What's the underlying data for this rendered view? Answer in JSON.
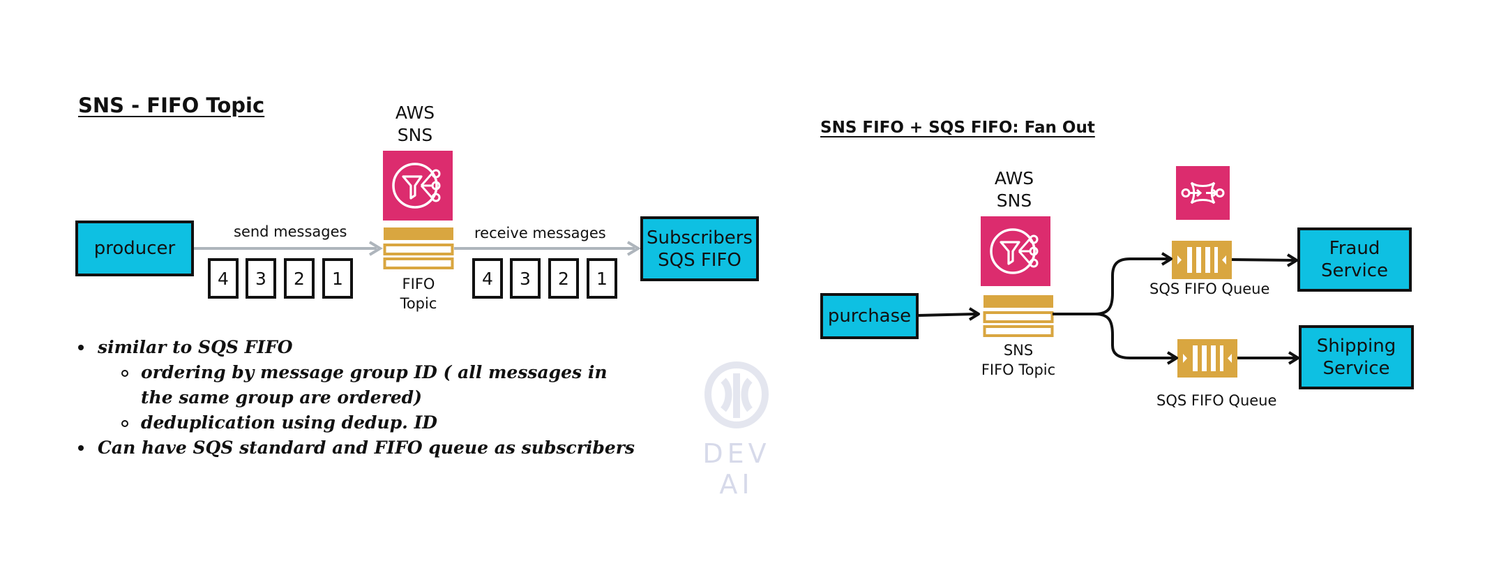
{
  "left": {
    "title": "SNS -  FIFO Topic",
    "aws_label_1": "AWS",
    "aws_label_2": "SNS",
    "producer": "producer",
    "send_label": "send messages",
    "receive_label": "receive messages",
    "send_queue": [
      "4",
      "3",
      "2",
      "1"
    ],
    "receive_queue": [
      "4",
      "3",
      "2",
      "1"
    ],
    "topic_label_1": "FIFO",
    "topic_label_2": "Topic",
    "subscribers_1": "Subscribers",
    "subscribers_2": "SQS FIFO",
    "bullets": {
      "b1": "similar to SQS FIFO",
      "b1_sub1": "ordering by message group ID ( all messages in the same group are ordered)",
      "b1_sub2": "deduplication using dedup. ID",
      "b2": "Can have SQS standard and FIFO queue as subscribers"
    }
  },
  "watermark": "DEV AI",
  "right": {
    "title": "SNS FIFO + SQS FIFO:  Fan Out",
    "aws_label_1": "AWS",
    "aws_label_2": "SNS",
    "purchase": "purchase",
    "topic_label_1": "SNS",
    "topic_label_2": "FIFO Topic",
    "queue1_label": "SQS FIFO Queue",
    "queue2_label": "SQS FIFO Queue",
    "fraud_1": "Fraud",
    "fraud_2": "Service",
    "shipping_1": "Shipping",
    "shipping_2": "Service"
  },
  "colors": {
    "box": "#0ec0e2",
    "sns_icon": "#dc2c6e",
    "fifo_gold": "#d9a640",
    "arrow_gray": "#aeb5bc"
  }
}
